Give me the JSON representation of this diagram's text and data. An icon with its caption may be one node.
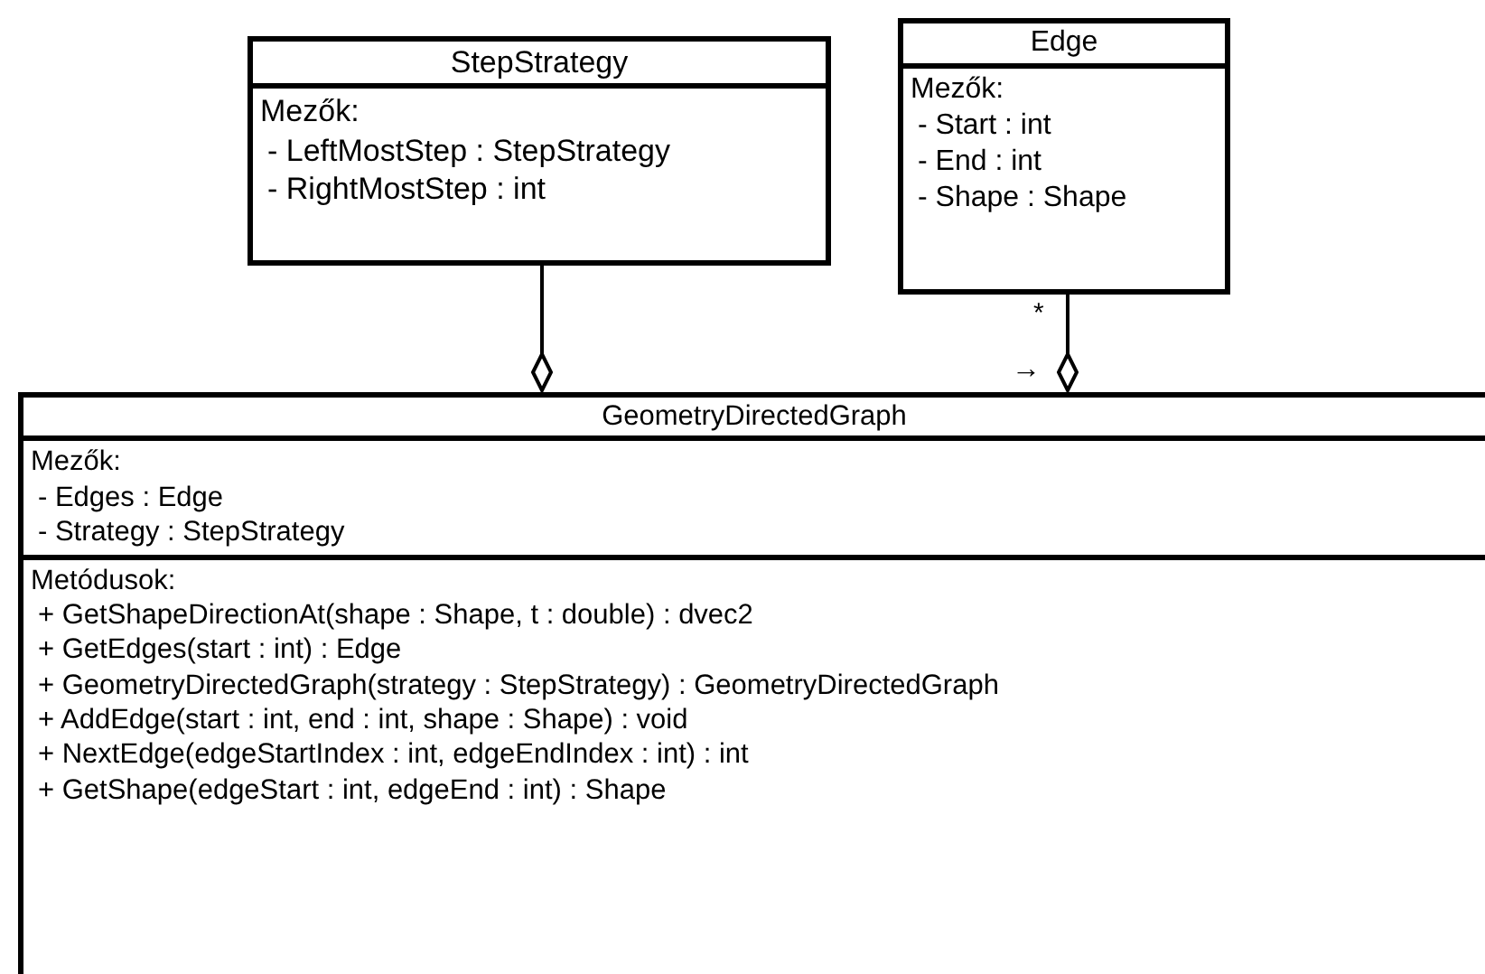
{
  "diagram": {
    "nodes": [
      {
        "text": [
          "StepStrategy",
          "Mezők:",
          "- LeftMostStep : StepStrategy",
          "- RightMostStep : int"
        ]
      },
      {
        "text": [
          "Edge",
          "Mezők:",
          "- Start : int",
          "- End : int",
          "- Shape : Shape"
        ]
      },
      {
        "text": [
          "GeometryDirectedGraph",
          "Mezők:",
          "- Edges : Edge",
          "- Strategy : StepStrategy",
          "Metódusok:",
          "+ GetShapeDirectionAt(shape : Shape, t : double) : dvec2",
          "+ GetEdges(start : int) : Edge",
          "+ GeometryDirectedGraph(strategy : StepStrategy) : GeometryDirectedGraph",
          "+ AddEdge(start : int, end : int, shape : Shape) : void",
          "+ NextEdge(edgeStartIndex : int, edgeEndIndex : int) : int",
          "+ GetShape(edgeStart : int, edgeEnd : int) : Shape"
        ]
      }
    ],
    "edges": [
      {
        "from": 0,
        "to": 2,
        "arrow": "other"
      },
      {
        "from": 1,
        "to": 2,
        "arrow": "other",
        "label": "*"
      }
    ],
    "labels": [
      "→"
    ]
  }
}
